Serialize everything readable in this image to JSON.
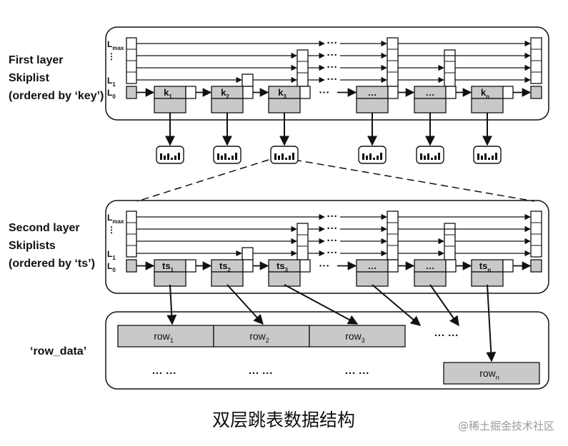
{
  "first_layer": {
    "label_lines": [
      "First layer",
      "Skiplist",
      "(ordered by ‘key’)"
    ],
    "level_labels": [
      {
        "base": "L",
        "sub": "max"
      },
      {
        "base": "⋮",
        "sub": ""
      },
      {
        "base": "L",
        "sub": "1"
      },
      {
        "base": "L",
        "sub": "0"
      }
    ],
    "keys": [
      {
        "base": "k",
        "sub": "1"
      },
      {
        "base": "k",
        "sub": "2"
      },
      {
        "base": "k",
        "sub": "3"
      },
      {
        "base": "…",
        "sub": ""
      },
      {
        "base": "…",
        "sub": ""
      },
      {
        "base": "k",
        "sub": "n"
      }
    ],
    "ellipsis": "···"
  },
  "second_layer": {
    "label_lines": [
      "Second layer",
      "Skiplists",
      "(ordered by ‘ts’)"
    ],
    "level_labels": [
      {
        "base": "L",
        "sub": "max"
      },
      {
        "base": "⋮",
        "sub": ""
      },
      {
        "base": "L",
        "sub": "1"
      },
      {
        "base": "L",
        "sub": "0"
      }
    ],
    "keys": [
      {
        "base": "ts",
        "sub": "1"
      },
      {
        "base": "ts",
        "sub": "2"
      },
      {
        "base": "ts",
        "sub": "3"
      },
      {
        "base": "…",
        "sub": ""
      },
      {
        "base": "…",
        "sub": ""
      },
      {
        "base": "ts",
        "sub": "n"
      }
    ],
    "ellipsis": "···"
  },
  "row_data": {
    "label": "‘row_data’",
    "rows": [
      {
        "base": "row",
        "sub": "1"
      },
      {
        "base": "row",
        "sub": "2"
      },
      {
        "base": "row",
        "sub": "3"
      },
      {
        "base": "row",
        "sub": "n"
      }
    ],
    "ellipses": [
      "··· ···",
      "··· ···",
      "··· ···",
      "··· ···"
    ]
  },
  "caption": "双层跳表数据结构",
  "watermark": "@稀土掘金技术社区",
  "colors": {
    "node_fill": "#c9c9c9",
    "stroke": "#111111",
    "background": "#ffffff"
  }
}
